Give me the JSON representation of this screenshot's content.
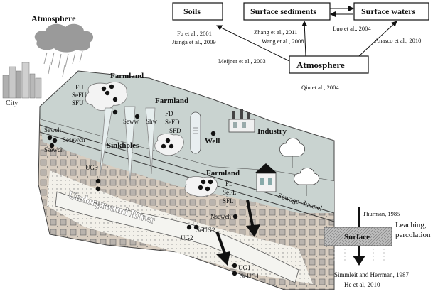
{
  "boxes": {
    "soils": "Soils",
    "surface_sediments": "Surface sediments",
    "surface_waters": "Surface waters",
    "atmosphere_box": "Atmosphere"
  },
  "references": {
    "fu_2001": "Fu et al., 2001",
    "jianga_2009": "Jianga et al., 2009",
    "zhang_2011": "Zhang et al., 2011",
    "wang_2008": "Wang et al., 2008",
    "luo_2004": "Luo et al., 2004",
    "anasco_2010": "Anasco et al., 2010",
    "meijner_2003": "Meijner et al., 2003",
    "qiu_2004": "Qiu et al., 2004",
    "thurman_1985": "Thurman, 1985",
    "simmleit_1987": "Simmleit and Herrman, 1987",
    "he_2010": "He et al, 2010"
  },
  "labels": {
    "atmosphere": "Atmosphere",
    "city": "City",
    "farmland_top": "Farmland",
    "farmland_mid": "Farmland",
    "farmland_low": "Farmland",
    "fu": "FU",
    "sefu": "SeFU",
    "sfu": "SFU",
    "sewch": "Sewch",
    "sesewch": "Sesewch",
    "ssewch": "Ssewch",
    "seww": "Seww",
    "shw": "Shw",
    "sinkholes": "Sinkholes",
    "fd": "FD",
    "sefd": "SeFD",
    "sfd": "SFD",
    "well": "Well",
    "industry": "Industry",
    "ug3": "UG3",
    "fl": "FL",
    "sefl": "SeFL",
    "sfl": "SFL",
    "nsewch": "Nsewch",
    "sewage_channel": "Sewage channel",
    "underground_river": "Underground River",
    "ug2": "UG2",
    "seug2": "SeUG2",
    "ug1": "UG1",
    "seug1": "SeUG1",
    "surface": "Surface",
    "leaching": "Leaching,",
    "percolation": "percolation"
  },
  "colors": {
    "surface_layer": "#c9d3d0",
    "soil_body": "#d9cfc4",
    "river": "#f4f4f0",
    "tile": "#a8a8a8",
    "cloud": "#9a9a9a"
  }
}
